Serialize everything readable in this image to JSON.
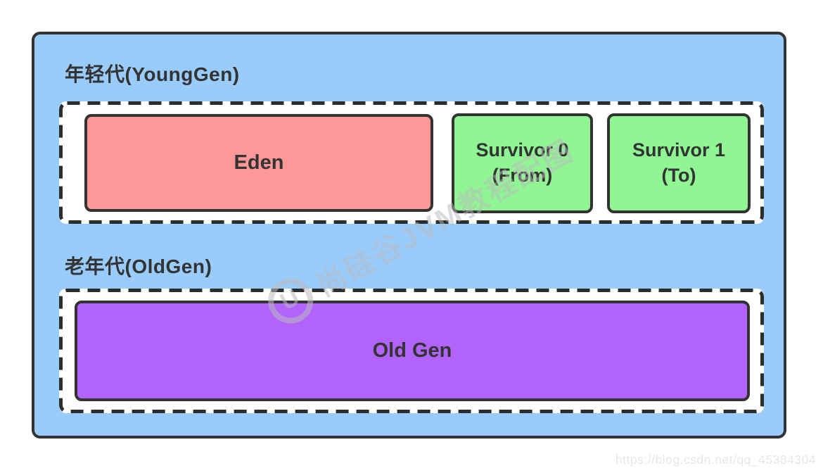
{
  "heap": {
    "young": {
      "title": "年轻代(YoungGen)",
      "eden": {
        "label": "Eden",
        "color": "#fd9898"
      },
      "survivor0": {
        "line1": "Survivor 0",
        "line2": "(From)",
        "color": "#90f593"
      },
      "survivor1": {
        "line1": "Survivor 1",
        "line2": "(To)",
        "color": "#90f593"
      }
    },
    "old": {
      "title": "老年代(OldGen)",
      "oldgen": {
        "label": "Old Gen",
        "color": "#b263fa"
      }
    }
  },
  "colors": {
    "container_fill": "#99ccfb",
    "region_fill": "#ffffff",
    "outline": "#333333",
    "dashed_outline": "#2d2d2d"
  },
  "watermark": {
    "logo_icon": "shangguigu-logo",
    "logo_glyph": "U",
    "text": "尚硅谷JVM教程配图"
  },
  "footer": {
    "url_watermark": "https://blog.csdn.net/qq_45384304"
  }
}
